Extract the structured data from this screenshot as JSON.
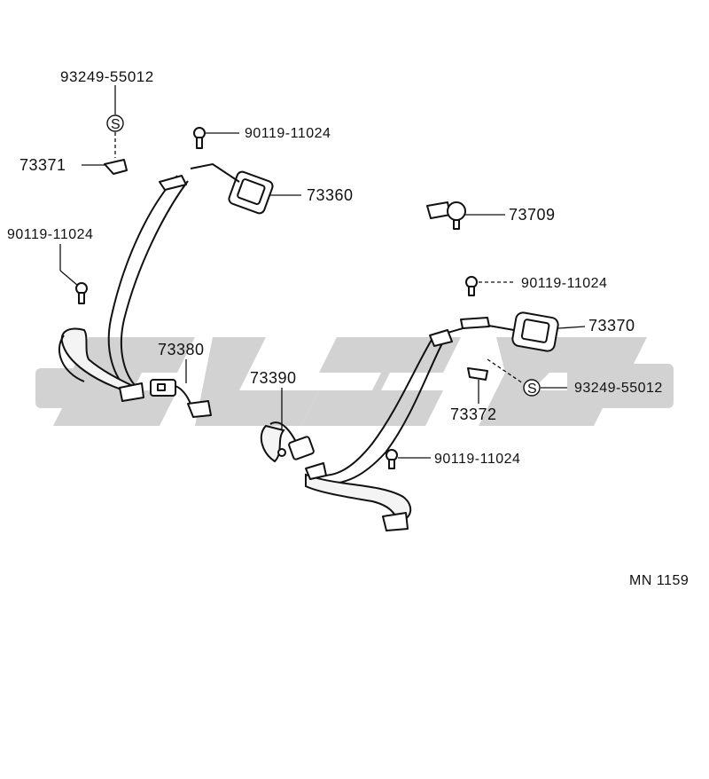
{
  "watermark": {
    "text": "",
    "color": "#d2d2d2"
  },
  "parts": {
    "p93249_top": "93249-55012",
    "p90119_top": "90119-11024",
    "p73371": "73371",
    "p73360": "73360",
    "p73709": "73709",
    "p90119_left": "90119-11024",
    "p90119_right": "90119-11024",
    "p73370": "73370",
    "p73380": "73380",
    "p73390": "73390",
    "p93249_right": "93249-55012",
    "p73372": "73372",
    "p90119_bottom": "90119-11024"
  },
  "symbols": {
    "s_mark": "S"
  },
  "figure_code": "MN  1159",
  "icons": [
    "bolt-icon",
    "retractor-icon",
    "anchor-plate-icon",
    "buckle-icon",
    "belt-icon",
    "s-mark-icon"
  ]
}
